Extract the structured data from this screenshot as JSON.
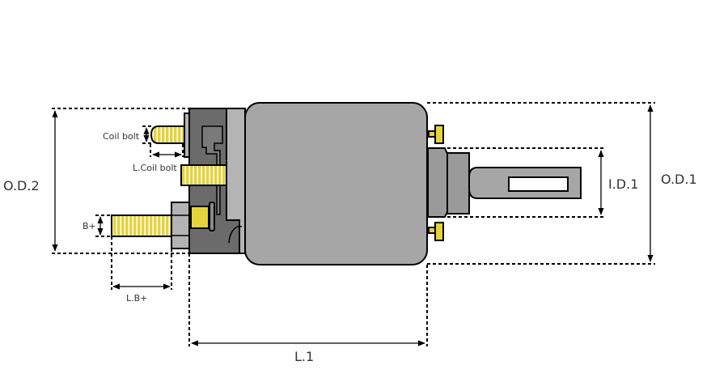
{
  "labels": {
    "od2": "O.D.2",
    "od1": "O.D.1",
    "id1": "I.D.1",
    "l1": "L.1",
    "lbplus": "L.B+",
    "bplus": "B+",
    "coil_bolt": "Coil bolt",
    "l_coil_bolt": "L.Coil bolt"
  },
  "colors": {
    "body": "#a6a6a6",
    "flange": "#6b6b6b",
    "light": "#b4b4b4",
    "bolt": "#e4d33a"
  }
}
